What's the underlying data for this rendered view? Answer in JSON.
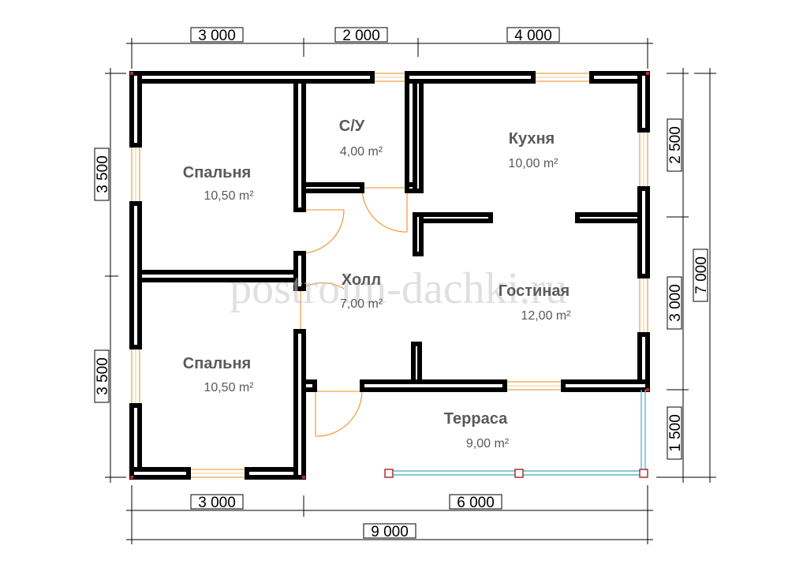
{
  "rooms": {
    "bedroom_top": {
      "name": "Спальня",
      "area": "10,50 m²"
    },
    "bathroom": {
      "name": "С/У",
      "area": "4,00 m²"
    },
    "kitchen": {
      "name": "Кухня",
      "area": "10,00 m²"
    },
    "hall": {
      "name": "Холл",
      "area": "7,00 m²"
    },
    "living": {
      "name": "Гостиная",
      "area": "12,00 m²"
    },
    "bedroom_bottom": {
      "name": "Спальня",
      "area": "10,50 m²"
    },
    "terrace": {
      "name": "Терраса",
      "area": "9,00 m²"
    }
  },
  "dimensions": {
    "top": [
      "3 000",
      "2 000",
      "4 000"
    ],
    "bottom": [
      "3 000",
      "6 000"
    ],
    "overall_width": "9 000",
    "left": [
      "3 500",
      "3 500"
    ],
    "right": [
      "2 500",
      "3 000",
      "1 500"
    ],
    "overall_depth": "7 000"
  },
  "watermark": "postroim-dachki.ru",
  "colors": {
    "walls": "#000000",
    "windows": "#f0a040",
    "doors": "#f09020",
    "terrace_rail": "#5fb8c8",
    "posts": "#b03030"
  }
}
